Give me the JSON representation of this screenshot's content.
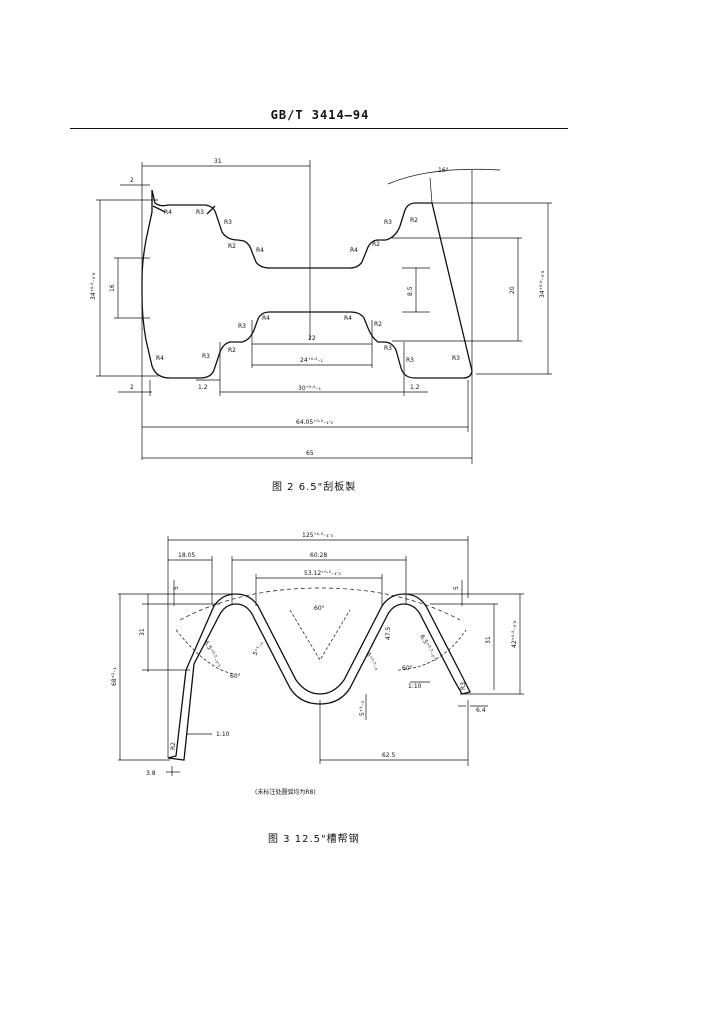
{
  "header": {
    "standard": "GB/T 3414—94"
  },
  "figure2": {
    "caption": "图 2   6.5\"刮板製",
    "dims": {
      "top_31": "31",
      "left_2_top": "2",
      "left_2_bottom": "2",
      "angle_top": "16°",
      "height_left": "34⁺⁰·⁵₋₀·₈",
      "height_inner_left": "16",
      "height_right": "34⁺⁰·⁵₋₀·₈",
      "height_right_inner": "20",
      "web_8_5": "8.5",
      "bottom_1_2_left": "1.2",
      "bottom_1_2_right": "1.2",
      "w22": "22",
      "w24": "24⁺⁰·⁵₋₁",
      "w30": "30⁺⁰·⁵₋₁",
      "w64": "64.05⁺⁰·⁵₋₁·₀",
      "w65": "65"
    },
    "radii": {
      "r4_a": "R4",
      "r3_a": "R3",
      "r3_b": "R3",
      "r2_a": "R2",
      "r4_b": "R4",
      "r4_c": "R4",
      "r2_b": "R2",
      "r3_c": "R3",
      "r2_c": "R2",
      "r3_d": "R3",
      "r2_d": "R2",
      "r3_e": "R3",
      "r4_d": "R4",
      "r4_e": "R4",
      "r2_e": "R2",
      "r3_f": "R3",
      "r2_f": "R2",
      "r3_g": "R3",
      "r3_h": "R3",
      "r3_i": "R3",
      "r4_f": "R4"
    }
  },
  "figure3": {
    "caption": "图 3   12.5\"槽帮钢",
    "note": "(未标注处圆弧均为R8)",
    "dims": {
      "total": "125⁺¹·⁵₋₁·₀",
      "d18": "18.05",
      "d60": "60.28",
      "d53": "53.12⁺⁰·⁵₋₁·₀",
      "d5_left": "5",
      "d5_right": "5",
      "h31_left": "31",
      "h31_right": "31",
      "h42": "42⁺⁰·⁵₋₀·₈",
      "h47": "47.5",
      "h68": "68⁺²₋₁",
      "t65_a": "6.5⁺⁰·⁵₋₀·₅",
      "t65_b": "5⁺¹₋₀",
      "t65_c": "5⁺⁰·⁵₋₀",
      "t65_d": "6.5⁺⁰·⁵₋₀·₅",
      "ang60_top": "60°",
      "ang60_left": "60°",
      "ang60_right": "60°",
      "slope_left": "1:10",
      "slope_right": "1:10",
      "r2": "R2",
      "r3": "R3",
      "d6_4": "6.4",
      "d3_8": "3.8",
      "d5_bot": "5⁺¹₋₀",
      "d62_5": "62.5"
    }
  }
}
